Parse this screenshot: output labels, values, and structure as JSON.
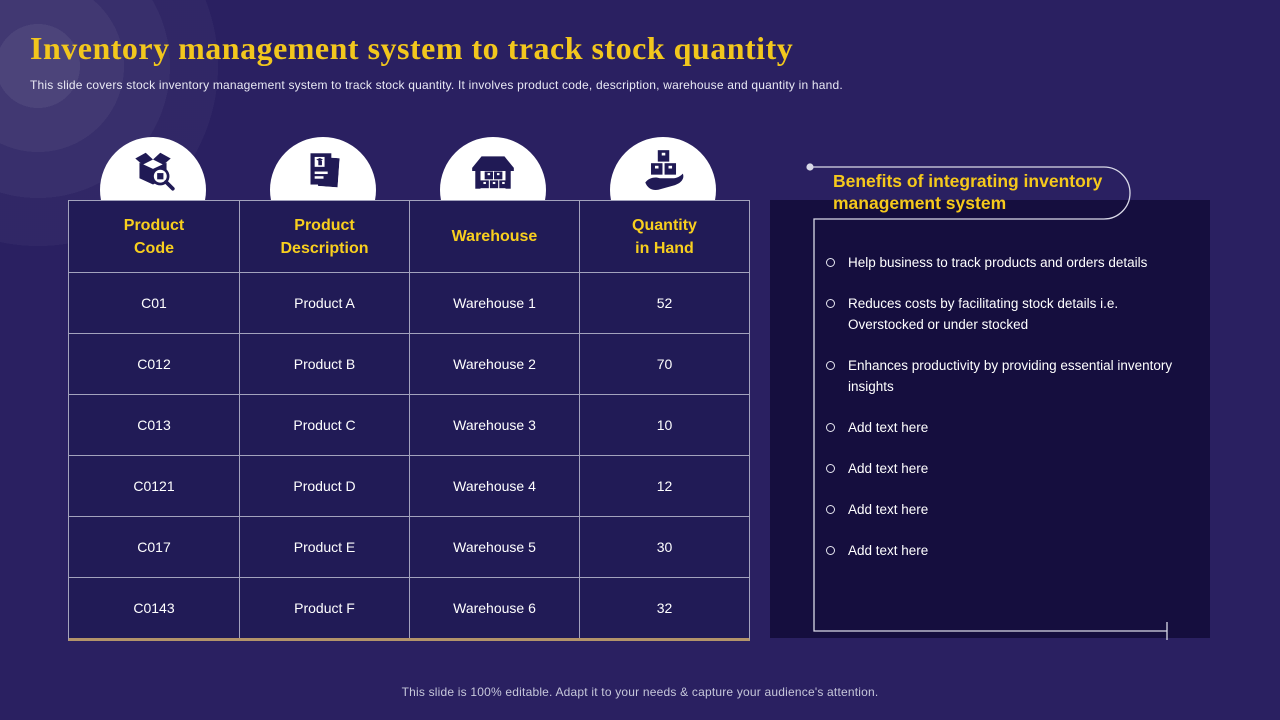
{
  "slide": {
    "title": "Inventory management system to track stock quantity",
    "subtitle": "This slide covers stock inventory management system to track stock quantity. It involves product code, description, warehouse and quantity in hand.",
    "footer": "This slide is 100% editable. Adapt it to your needs & capture your audience's attention."
  },
  "colors": {
    "background": "#2a2061",
    "panel_background": "#150e3e",
    "table_cell_background": "#211b56",
    "accent_yellow": "#f2c71d",
    "table_bottom_border": "#b3946a",
    "grid_line": "#a3a3bd",
    "connector_line": "#d9d9e8",
    "icon_circle_fill": "#ffffff",
    "icon_glyph": "#201a55"
  },
  "table": {
    "columns": [
      {
        "label": "Product\nCode",
        "icon": "box-search-icon"
      },
      {
        "label": "Product\nDescription",
        "icon": "product-sheet-icon"
      },
      {
        "label": "Warehouse",
        "icon": "warehouse-icon"
      },
      {
        "label": "Quantity\nin Hand",
        "icon": "hand-boxes-icon"
      }
    ],
    "rows": [
      [
        "C01",
        "Product A",
        "Warehouse 1",
        "52"
      ],
      [
        "C012",
        "Product B",
        "Warehouse 2",
        "70"
      ],
      [
        "C013",
        "Product C",
        "Warehouse 3",
        "10"
      ],
      [
        "C0121",
        "Product D",
        "Warehouse 4",
        "12"
      ],
      [
        "C017",
        "Product E",
        "Warehouse 5",
        "30"
      ],
      [
        "C0143",
        "Product F",
        "Warehouse 6",
        "32"
      ]
    ]
  },
  "benefits": {
    "title": "Benefits of integrating inventory management system",
    "items": [
      "Help business to track products and orders details",
      "Reduces costs by facilitating stock details i.e. Overstocked or under stocked",
      "Enhances productivity by providing essential inventory insights",
      "Add text here",
      "Add text here",
      "Add text here",
      "Add text here"
    ]
  }
}
